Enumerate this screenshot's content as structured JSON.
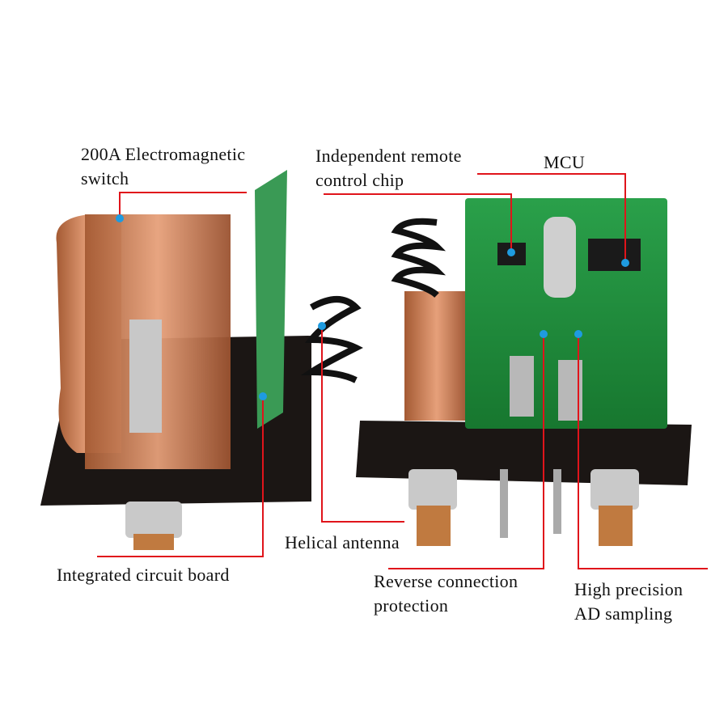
{
  "labels": {
    "switch_line1": "200A Electromagnetic",
    "switch_line2": "switch",
    "chip_line1": "Independent remote",
    "chip_line2": "control chip",
    "mcu": "MCU",
    "antenna": "Helical antenna",
    "board": "Integrated circuit board",
    "reverse_line1": "Reverse connection",
    "reverse_line2": "protection",
    "ad_line1": "High precision",
    "ad_line2": "AD sampling"
  },
  "colors": {
    "leader_line": "#e0141b",
    "marker_dot": "#1e9be0",
    "pcb": "#1f8a3a",
    "copper": "#c8784a",
    "base": "#1b1614"
  }
}
